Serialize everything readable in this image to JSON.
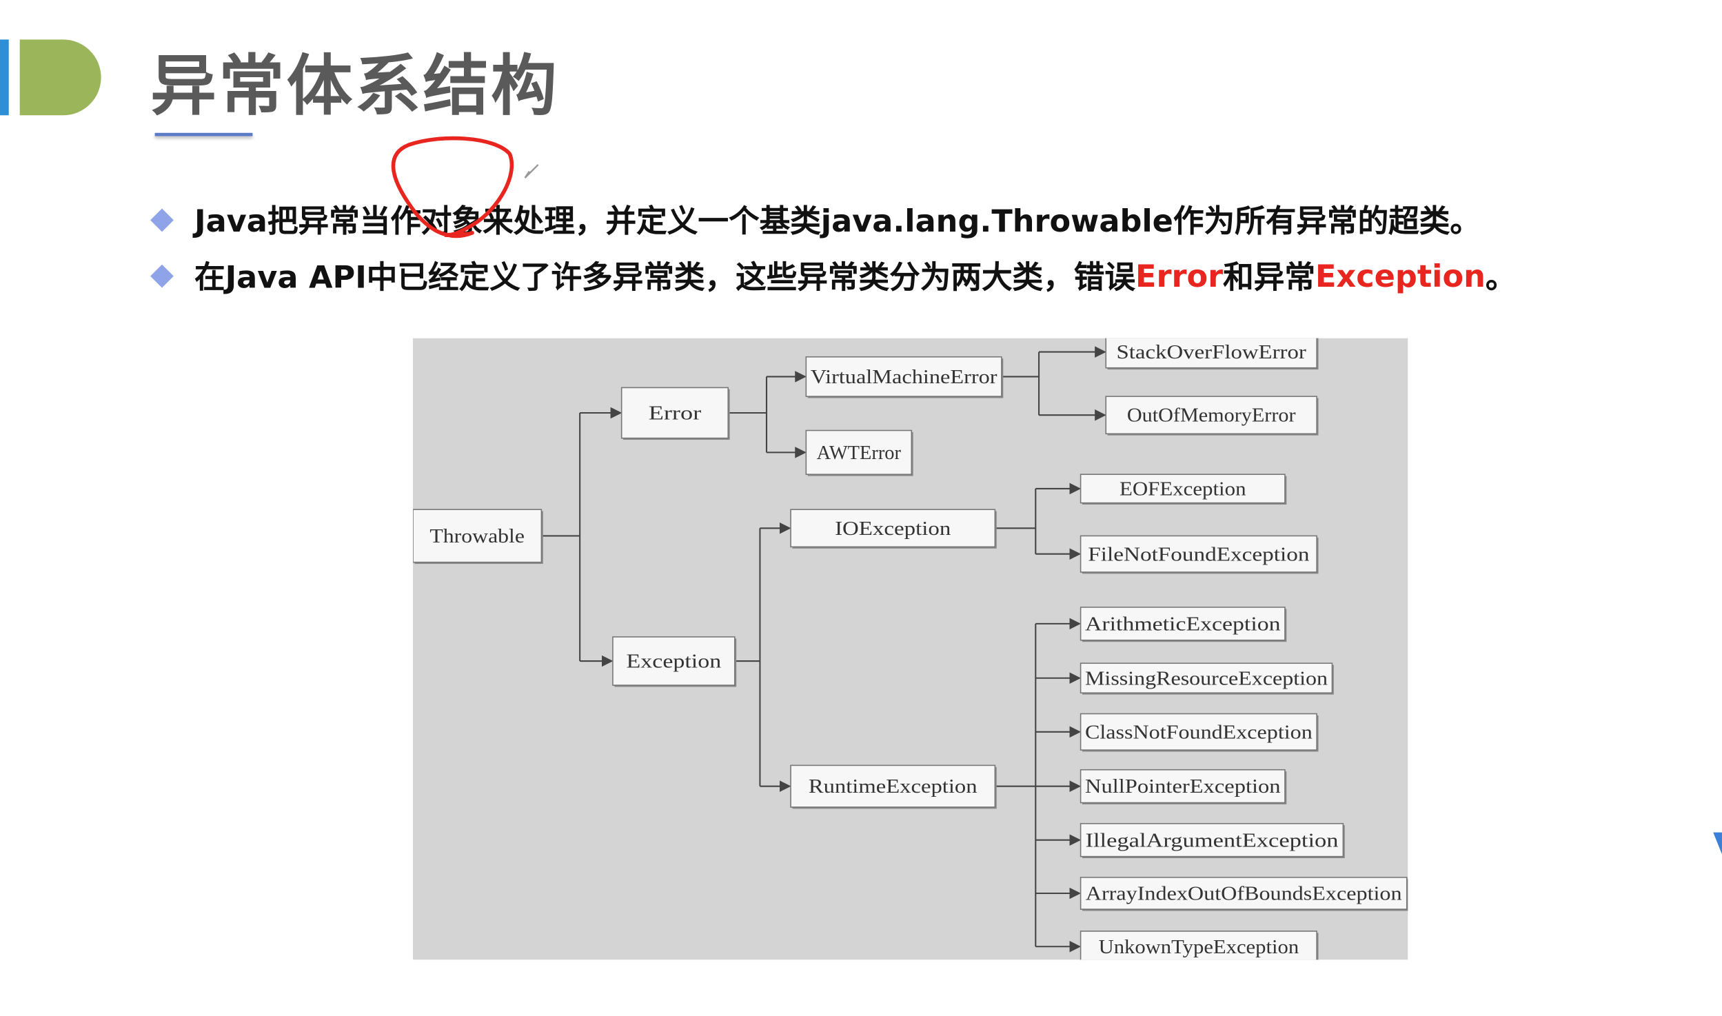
{
  "slide": {
    "title": "异常体系结构",
    "bullets": [
      {
        "text": "Java把异常当作对象来处理，并定义一个基类java.lang.Throwable作为所有异常的超类。"
      },
      {
        "prefix": "在Java API中已经定义了许多异常类，这些异常类分为两大类，错误",
        "error": "Error",
        "middle": "和异常",
        "exception": "Exception",
        "suffix": "。"
      }
    ],
    "colors": {
      "accent_blue": "#2f8fd6",
      "accent_green": "#9bb55a",
      "bullet": "#8fa3e8",
      "highlight_red": "#e8251f",
      "diagram_bg": "#d4d4d4"
    }
  },
  "diagram": {
    "nodes": [
      {
        "id": "throwable",
        "label": "Throwable"
      },
      {
        "id": "error",
        "label": "Error",
        "parent": "throwable"
      },
      {
        "id": "exception",
        "label": "Exception",
        "parent": "throwable"
      },
      {
        "id": "vme",
        "label": "VirtualMachineError",
        "parent": "error"
      },
      {
        "id": "awt",
        "label": "AWTError",
        "parent": "error"
      },
      {
        "id": "so",
        "label": "StackOverFlowError",
        "parent": "vme"
      },
      {
        "id": "oom",
        "label": "OutOfMemoryError",
        "parent": "vme"
      },
      {
        "id": "io",
        "label": "IOException",
        "parent": "exception"
      },
      {
        "id": "rt",
        "label": "RuntimeException",
        "parent": "exception"
      },
      {
        "id": "eof",
        "label": "EOFException",
        "parent": "io"
      },
      {
        "id": "fnf",
        "label": "FileNotFoundException",
        "parent": "io"
      },
      {
        "id": "ari",
        "label": "ArithmeticException",
        "parent": "rt"
      },
      {
        "id": "mre",
        "label": "MissingResourceException",
        "parent": "rt"
      },
      {
        "id": "cnf",
        "label": "ClassNotFoundException",
        "parent": "rt"
      },
      {
        "id": "npe",
        "label": "NullPointerException",
        "parent": "rt"
      },
      {
        "id": "iae",
        "label": "IllegalArgumentException",
        "parent": "rt"
      },
      {
        "id": "aio",
        "label": "ArrayIndexOutOfBoundsException",
        "parent": "rt"
      },
      {
        "id": "ute",
        "label": "UnkownTypeException",
        "parent": "rt"
      }
    ]
  }
}
